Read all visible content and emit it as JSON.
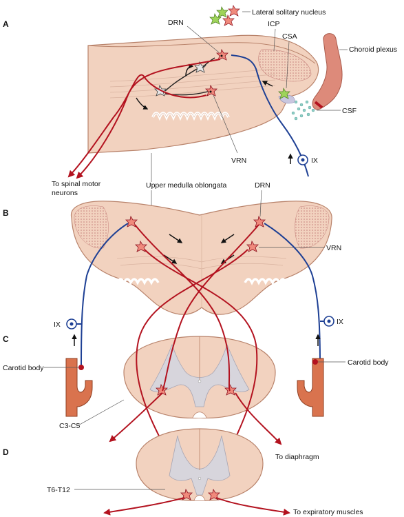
{
  "panels": {
    "a": "A",
    "b": "B",
    "c": "C",
    "d": "D"
  },
  "labels": {
    "lateral_solitary_nucleus": "Lateral solitary nucleus",
    "drn_a": "DRN",
    "icp": "ICP",
    "csa": "CSA",
    "choroid_plexus": "Choroid plexus",
    "csf": "CSF",
    "vrn_a": "VRN",
    "ix_a": "IX",
    "to_spinal_motor_1": "To spinal motor",
    "to_spinal_motor_2": "neurons",
    "upper_medulla": "Upper medulla oblongata",
    "drn_b": "DRN",
    "vrn_b": "VRN",
    "ix_left": "IX",
    "ix_right": "IX",
    "carotid_body_left": "Carotid body",
    "carotid_body_right": "Carotid body",
    "c3_c5": "C3-C5",
    "t6_t12": "T6-T12",
    "to_diaphragm": "To diaphragm",
    "to_expiratory": "To expiratory muscles"
  },
  "colors": {
    "tissue": "#f2d2bf",
    "tissue_edge": "#b8826a",
    "tissue_dark": "#e4b49d",
    "stipple": "#d79a94",
    "grey_matter": "#d7d5dc",
    "axon_red": "#b3121f",
    "axon_blue": "#1d3f94",
    "neuron_fill": "#f08a7c",
    "neuron_edge": "#8d1220",
    "interneuron_fill": "#e6e6e6",
    "csa_fill": "#9fd45a",
    "csf_dots": "#8fd0c8",
    "carotid": "#d9734e",
    "choroid": "#dd8a7a"
  }
}
